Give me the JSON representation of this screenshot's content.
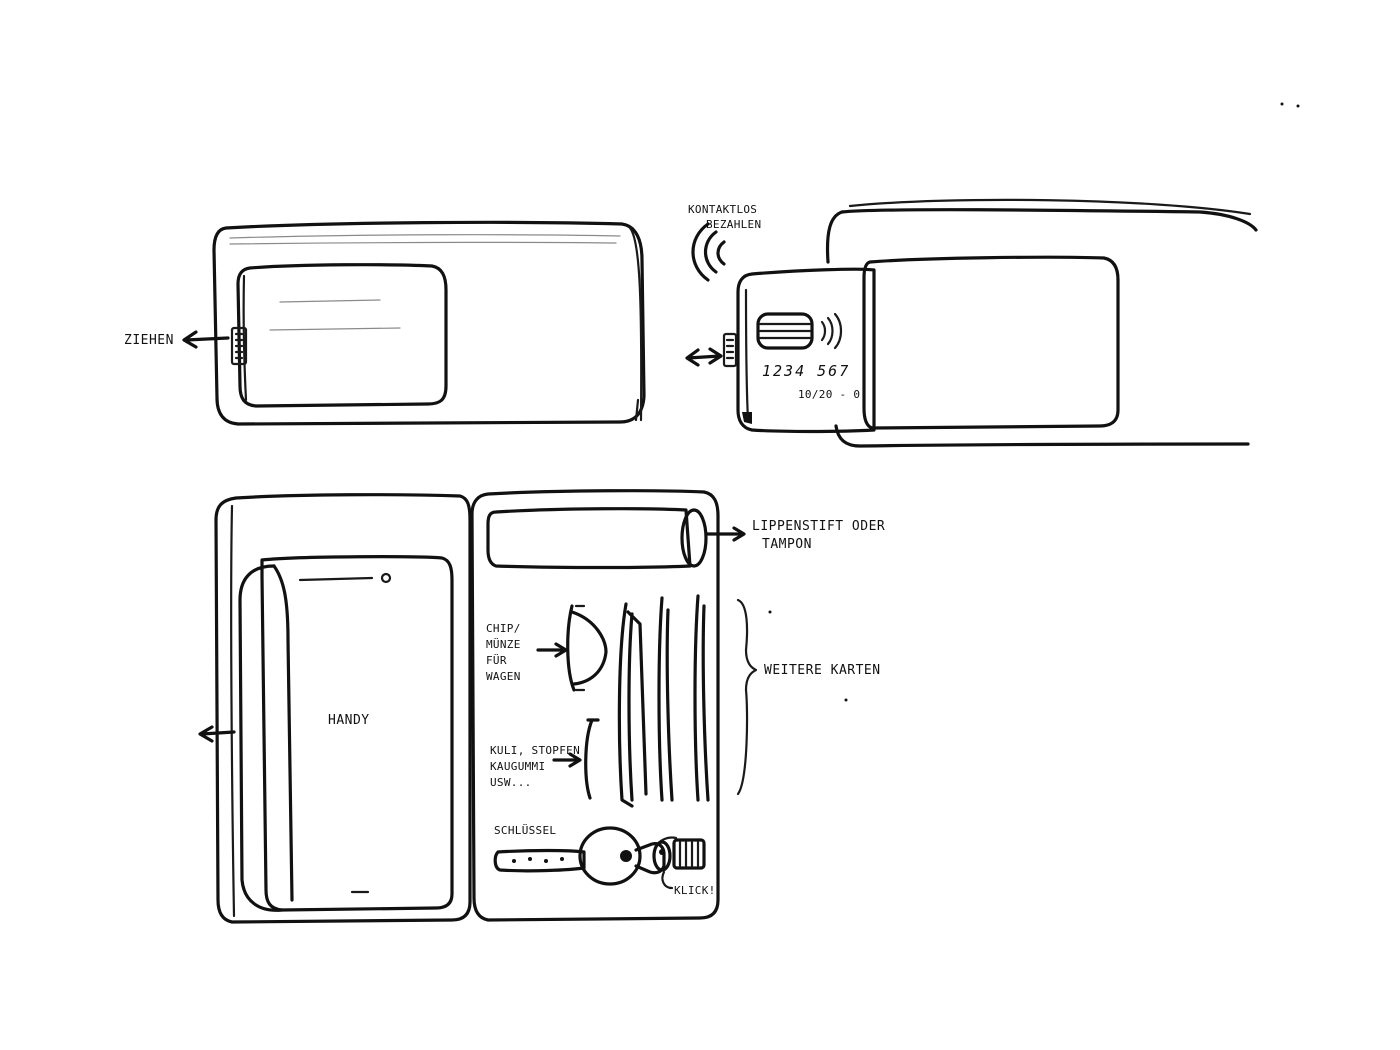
{
  "labels": {
    "ziehen": "ZIEHEN",
    "kontaktlos_line1": "KONTAKTLOS",
    "kontaktlos_line2": "BEZAHLEN",
    "card_number": "1234 567",
    "card_expiry": "10/20 - 0",
    "lippenstift_line1": "LIPPENSTIFT ODER",
    "lippenstift_line2": "TAMPON",
    "chip_line1": "CHIP/",
    "chip_line2": "MÜNZE",
    "chip_line3": "FÜR",
    "chip_line4": "WAGEN",
    "weitere_karten": "WEITERE KARTEN",
    "handy": "HANDY",
    "stuff_line1": "KULI, STOPFEN",
    "stuff_line2": "KAUGUMMI",
    "stuff_line3": "USW...",
    "schluessel": "SCHLÜSSEL",
    "klick": "KLICK!"
  }
}
